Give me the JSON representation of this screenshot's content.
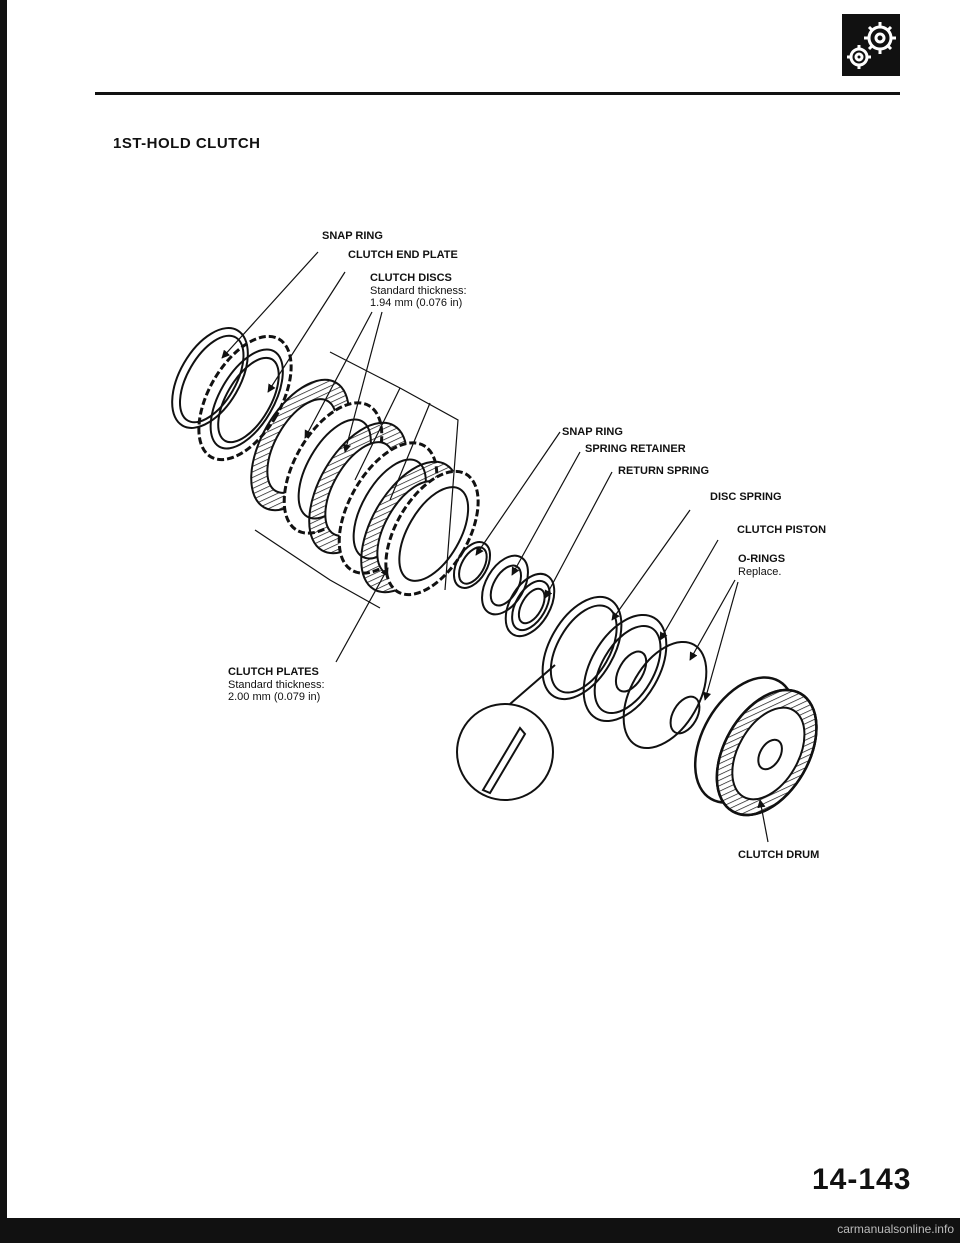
{
  "header": {
    "logo_icon": "transmission-gears-icon",
    "section_title": "1ST-HOLD CLUTCH"
  },
  "labels": {
    "snap_ring_1": "SNAP RING",
    "clutch_end_plate": "CLUTCH END PLATE",
    "clutch_discs": "CLUTCH DISCS",
    "clutch_discs_spec_1": "Standard thickness:",
    "clutch_discs_spec_2": "1.94 mm (0.076 in)",
    "snap_ring_2": "SNAP RING",
    "spring_retainer": "SPRING RETAINER",
    "return_spring": "RETURN SPRING",
    "disc_spring": "DISC SPRING",
    "clutch_piston": "CLUTCH PISTON",
    "o_rings": "O-RINGS",
    "o_rings_note": "Replace.",
    "clutch_plates": "CLUTCH PLATES",
    "clutch_plates_spec_1": "Standard thickness:",
    "clutch_plates_spec_2": "2.00 mm (0.079 in)",
    "clutch_drum": "CLUTCH DRUM"
  },
  "footer": {
    "page_number": "14-143",
    "watermark": "carmanualsonline.info"
  },
  "colors": {
    "ink": "#111111",
    "paper": "#ffffff"
  }
}
